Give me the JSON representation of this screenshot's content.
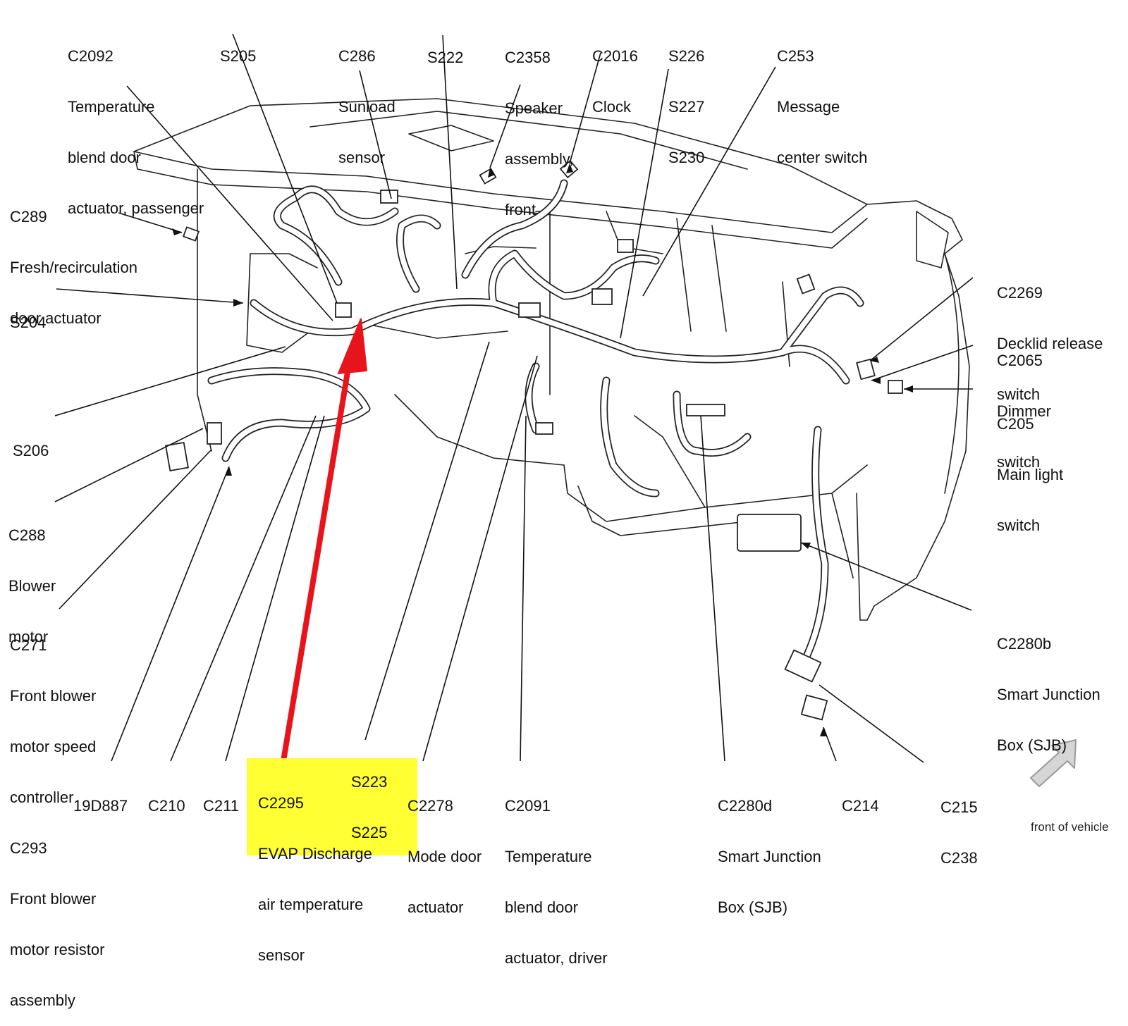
{
  "labels": {
    "c2092": [
      "C2092",
      "Temperature",
      "blend door",
      "actuator, passenger"
    ],
    "s205": [
      "S205"
    ],
    "c286": [
      "C286",
      "Sunload",
      "sensor"
    ],
    "s222": [
      "S222"
    ],
    "c2358": [
      "C2358",
      "Speaker",
      "assembly,",
      "front"
    ],
    "c2016": [
      "C2016",
      "Clock"
    ],
    "s226": [
      "S226",
      "S227",
      "S230"
    ],
    "c253": [
      "C253",
      "Message",
      "center switch"
    ],
    "c289": [
      "C289",
      "Fresh/recirculation",
      "door actuator"
    ],
    "s204": [
      "S204"
    ],
    "s206": [
      "S206"
    ],
    "c288": [
      "C288",
      "Blower",
      "motor"
    ],
    "c271": [
      "C271",
      "Front blower",
      "motor speed",
      "controller",
      "C293",
      "Front blower",
      "motor resistor",
      "assembly"
    ],
    "d19d887": [
      "19D887"
    ],
    "c210": [
      "C210"
    ],
    "c211": [
      "C211"
    ],
    "c2295": [
      "C2295",
      "EVAP Discharge",
      "air temperature",
      "sensor"
    ],
    "s223": [
      "S223",
      "S225"
    ],
    "c2278": [
      "C2278",
      "Mode door",
      "actuator"
    ],
    "c2091": [
      "C2091",
      "Temperature",
      "blend door",
      "actuator, driver"
    ],
    "c2280d": [
      "C2280d",
      "Smart Junction",
      "Box (SJB)"
    ],
    "c214": [
      "C214"
    ],
    "c215": [
      "C215",
      "C238"
    ],
    "c2269": [
      "C2269",
      "Decklid release",
      "switch"
    ],
    "c2065": [
      "C2065",
      "Dimmer",
      "switch"
    ],
    "c205": [
      "C205",
      "Main light",
      "switch"
    ],
    "c2280b": [
      "C2280b",
      "Smart Junction",
      "Box (SJB)"
    ],
    "front_of_vehicle": [
      "front of vehicle"
    ]
  },
  "highlight": {
    "color": "#ffff33",
    "arrow_color": "#e8141c",
    "target_label": "c2295"
  }
}
